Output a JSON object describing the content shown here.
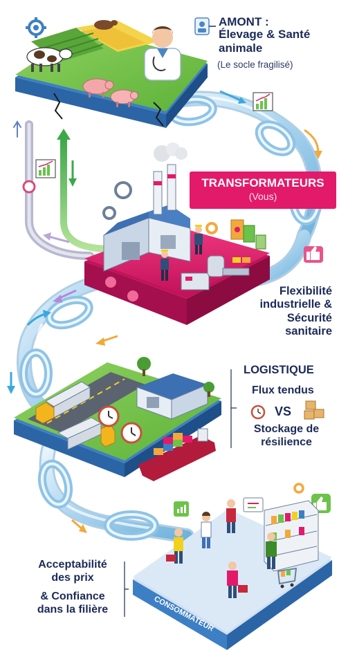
{
  "amont": {
    "title": "AMONT :",
    "subtitle": "Élevage & Santé animale",
    "note": "(Le socle fragilisé)"
  },
  "transformateurs": {
    "title": "TRANSFORMATEURS",
    "subtitle": "(Vous)"
  },
  "flexibilite": "Flexibilité industrielle & Sécurité sanitaire",
  "logistique": {
    "title": "LOGISTIQUE",
    "flux": "Flux tendus",
    "vs": "VS",
    "stockage": "Stockage de résilience"
  },
  "consommateur": {
    "platform_label": "CONSOMMATEUR",
    "acceptabilite": "Acceptabilité des prix",
    "confiance": "& Confiance dans la filière"
  },
  "colors": {
    "navy": "#1b2a57",
    "magenta": "#e31a6a",
    "chain": "#a9d3ee",
    "green": "#6cc24a",
    "arrow_orange": "#f2a93b",
    "arrow_blue": "#3aa8e0",
    "arrow_purple": "#b28ad9"
  }
}
